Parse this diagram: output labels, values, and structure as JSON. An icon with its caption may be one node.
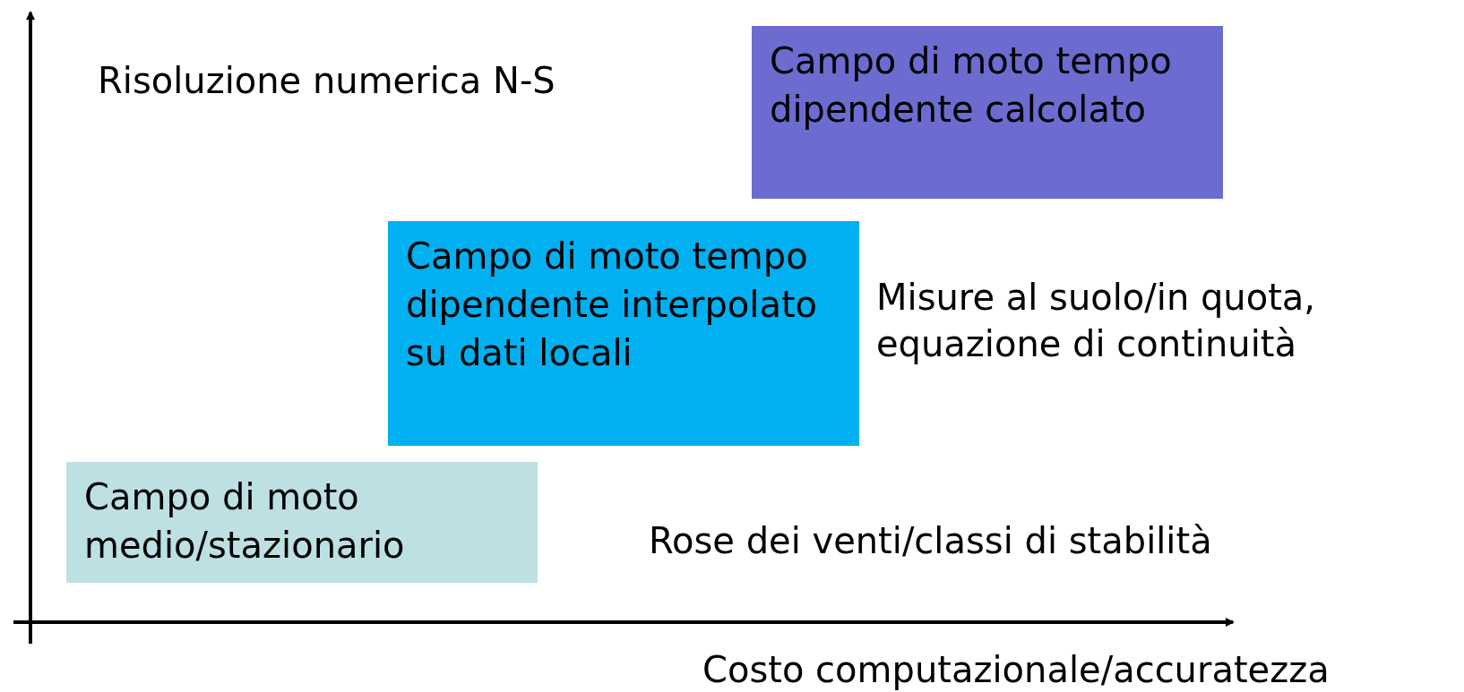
{
  "diagram": {
    "nodes": [
      {
        "text": [
          "Campo di moto tempo dipendente calcolato"
        ]
      },
      {
        "text": [
          "Campo di moto tempo dipendente interpolato su dati locali"
        ]
      },
      {
        "text": [
          "Campo di moto medio/stazionario"
        ]
      }
    ],
    "edges": [],
    "labels": [
      "Risoluzione numerica N-S",
      "Misure al suolo/in quota, equazione di continuità",
      "Rose dei venti/classi di stabilità",
      "Costo computazionale/accuratezza"
    ]
  }
}
